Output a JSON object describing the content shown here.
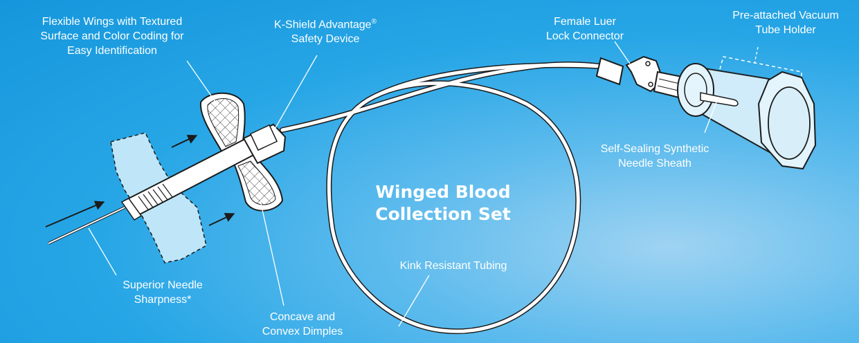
{
  "title": {
    "line1": "Winged Blood",
    "line2": "Collection Set"
  },
  "labels": {
    "wings": [
      "Flexible Wings with Textured",
      "Surface and Color Coding for",
      "Easy Identification"
    ],
    "shield": {
      "line1": "K-Shield Advantage",
      "reg": "®",
      "line2": "Safety Device"
    },
    "luer": [
      "Female Luer",
      "Lock Connector"
    ],
    "tube_holder": [
      "Pre-attached Vacuum",
      "Tube Holder"
    ],
    "sheath": [
      "Self-Sealing Synthetic",
      "Needle Sheath"
    ],
    "needle": [
      "Superior Needle",
      "Sharpness*"
    ],
    "dimples": [
      "Concave and",
      "Convex Dimples"
    ],
    "tubing": "Kink Resistant Tubing"
  },
  "colors": {
    "background": "#1e9fe2",
    "device_fill": "#ffffff",
    "outline": "#1b1b1b",
    "ghost_wing": "#bfe6f8",
    "text": "#ffffff"
  }
}
